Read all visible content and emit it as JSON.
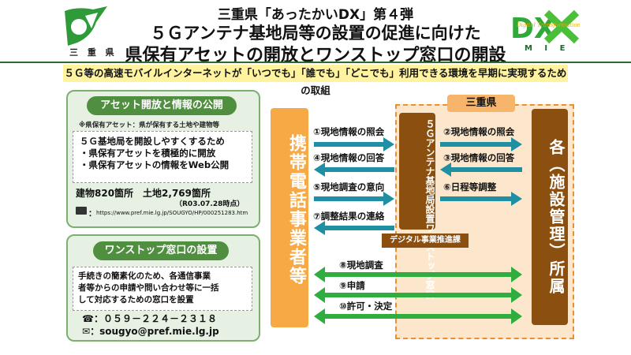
{
  "header": {
    "line1": "三重県「あったかいDX」第４弾",
    "line2": "５Ｇアンテナ基地局等の設置の促進に向けた",
    "line3": "県保有アセットの開放とワンストップ窓口の開設",
    "mie_text": "三 重 県",
    "dx_text": "M I E",
    "dx_script": "Digital Transformation"
  },
  "banner": "５Ｇ等の高速モバイルインターネットが「いつでも」「誰でも」「どこでも」利用できる環境を早期に実現するための取組",
  "asset_panel": {
    "title": "アセット開放と情報の公開",
    "note": "※県保有アセット：県が保有する土地や建物等",
    "lines": [
      "５Ｇ基地局を開設しやすくするため",
      "・県保有アセットを積極的に開放",
      "・県保有アセットの情報をWeb公開"
    ],
    "stats": "建物820箇所　土地2,769箇所",
    "stats_date": "（R03.07.28時点）",
    "url_prefix": "：",
    "url": "https://www.pref.mie.lg.jp/SOUGYO/HP/000251283.htm"
  },
  "onestop_panel": {
    "title": "ワンストップ窓口の設置",
    "lines": [
      "手続きの簡素化のため、各通信事業",
      "者等からの申請や問い合わせ等に一括",
      "して対応するための窓口を設置"
    ],
    "phone_icon": "☎",
    "phone": "：０５９－２２４－２３１８",
    "mail_icon": "✉",
    "mail": "：sougyo@pref.mie.lg.jp"
  },
  "diagram": {
    "pref_label": "三重県",
    "mobile_operators": "携帯電話事業者等",
    "onestop_window": "５Ｇアンテナ基地局設置ワンストップ窓口",
    "facility_manager": "各（施設管理）所属",
    "digital_dept": "デジタル事業推進課",
    "flows_left": [
      "①現地情報の照会",
      "④現地情報の回答",
      "⑤現地調査の意向",
      "⑦調整結果の連絡"
    ],
    "flows_right": [
      "②現地情報の照会",
      "③現地情報の回答",
      "⑥日程等調整"
    ],
    "flows_long": [
      "⑧現地調査",
      "⑨申請",
      "⑩許可・決定"
    ]
  },
  "colors": {
    "green_dark": "#4f8f3f",
    "orange": "#f7a945",
    "brown": "#8b4f10",
    "teal_arrow": "#1f8fa3",
    "green_arrow": "#2fae3f"
  }
}
